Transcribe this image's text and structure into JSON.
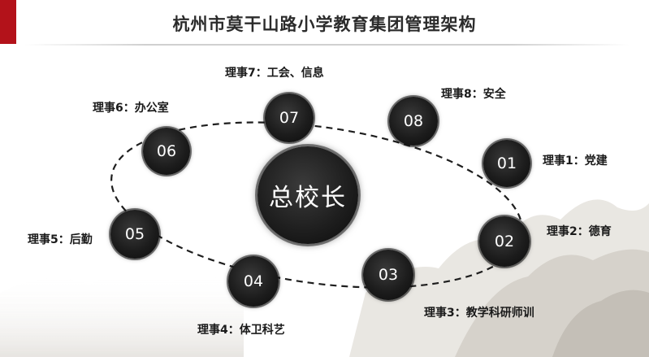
{
  "title": "杭州市莫干山路小学教育集团管理架构",
  "center": {
    "label": "总校长"
  },
  "nodes": [
    {
      "number": "01",
      "label": "理事1：党建"
    },
    {
      "number": "02",
      "label": "理事2：德育"
    },
    {
      "number": "03",
      "label": "理事3：教学科研师训"
    },
    {
      "number": "04",
      "label": "理事4：体卫科艺"
    },
    {
      "number": "05",
      "label": "理事5：后勤"
    },
    {
      "number": "06",
      "label": "理事6：办公室"
    },
    {
      "number": "07",
      "label": "理事7：工会、信息"
    },
    {
      "number": "08",
      "label": "理事8：安全"
    }
  ],
  "colors": {
    "accent": "#b3121a",
    "node": "#1c1c1c",
    "text": "#1a1a1a"
  }
}
